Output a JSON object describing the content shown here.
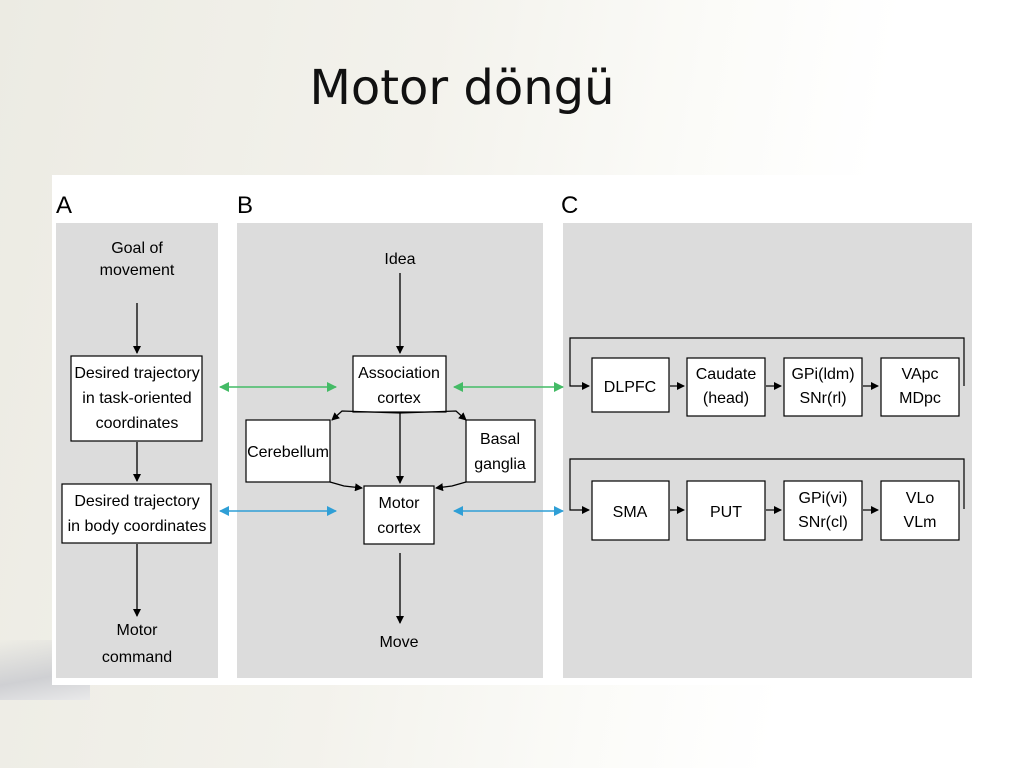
{
  "slide": {
    "title": "Motor döngü"
  },
  "panels": {
    "a": {
      "letter": "A",
      "goal_line1": "Goal of",
      "goal_line2": "movement",
      "box1": [
        "Desired trajectory",
        "in task-oriented",
        "coordinates"
      ],
      "box2": [
        "Desired trajectory",
        "in body coordinates"
      ],
      "command_line1": "Motor",
      "command_line2": "command"
    },
    "b": {
      "letter": "B",
      "idea": "Idea",
      "assoc": [
        "Association",
        "cortex"
      ],
      "cerebellum": "Cerebellum",
      "basal": [
        "Basal",
        "ganglia"
      ],
      "motor": [
        "Motor",
        "cortex"
      ],
      "move": "Move"
    },
    "c": {
      "letter": "C",
      "loop1": [
        "DLPFC",
        [
          "Caudate",
          "(head)"
        ],
        [
          "GPi(ldm)",
          "SNr(rl)"
        ],
        [
          "VApc",
          "MDpc"
        ]
      ],
      "loop2": [
        "SMA",
        "PUT",
        [
          "GPi(vi)",
          "SNr(cl)"
        ],
        [
          "VLo",
          "VLm"
        ]
      ]
    }
  },
  "colors": {
    "green_arrow": "#44bb66",
    "blue_arrow": "#2f9fd6",
    "panel_bg": "#dcdcdc"
  }
}
